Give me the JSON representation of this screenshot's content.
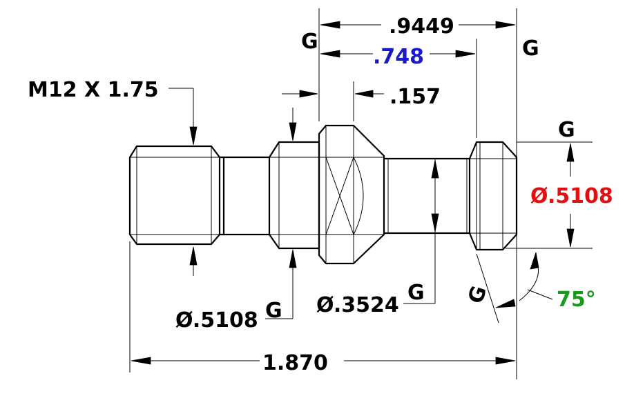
{
  "dimensions": {
    "top_length": ".9449",
    "middle_length": ".748",
    "flange_width": ".157",
    "thread": "M12 X 1.75",
    "right_diameter": "Ø.5108",
    "mid_diameter": "Ø.3524",
    "left_diameter": "Ø.5108",
    "overall_length": "1.870",
    "angle": "75°"
  },
  "gauge_symbols": {
    "top_left": "G",
    "top_right": "G",
    "right": "G",
    "bottom_mid": "G",
    "bottom_left": "G",
    "angle": "G"
  },
  "colors": {
    "middle_length": "#1a1ac8",
    "right_diameter": "#e01010",
    "angle": "#1a9a1a",
    "default": "#000000"
  }
}
